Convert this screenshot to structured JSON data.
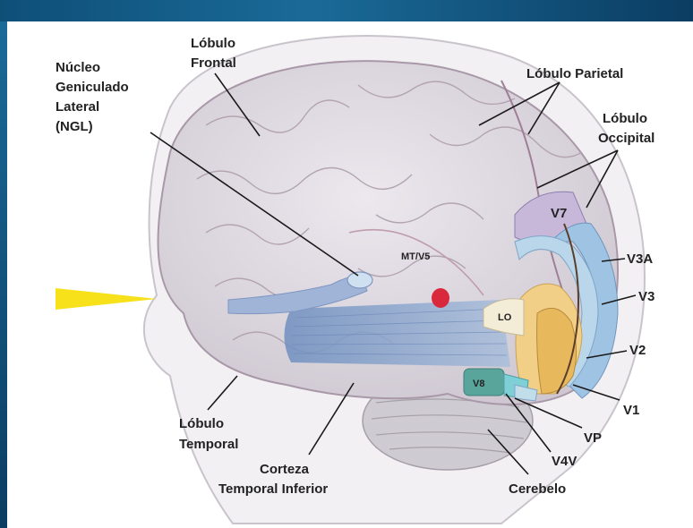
{
  "diagram": {
    "labels": {
      "frontal_1": "Lóbulo",
      "frontal_2": "Frontal",
      "ngl_1": "Núcleo",
      "ngl_2": "Geniculado",
      "ngl_3": "Lateral",
      "ngl_4": "(NGL)",
      "parietal": "Lóbulo Parietal",
      "occipital_1": "Lóbulo",
      "occipital_2": "Occipital",
      "v7": "V7",
      "v3a": "V3A",
      "v3": "V3",
      "v2": "V2",
      "v1": "V1",
      "vp": "VP",
      "v4v": "V4V",
      "v8": "V8",
      "lo": "LO",
      "mt": "MT/V5",
      "temporal_1": "Lóbulo",
      "temporal_2": "Temporal",
      "cortex_1": "Corteza",
      "cortex_2": "Temporal Inferior",
      "cerebelo": "Cerebelo"
    },
    "colors": {
      "frame": "#1a6a98",
      "brain": "#ddd8de",
      "sulci": "#b7a9b6",
      "v1": "#e8b85c",
      "v2": "#f2cf86",
      "v3": "#b9d6ea",
      "v3a": "#9fc4e3",
      "v7": "#c7b8d9",
      "v8": "#5aa59b",
      "v4v": "#7fd0d6",
      "lo": "#f3ecd6",
      "mt": "#d9283c",
      "optic_radiation": "#8ea8cc",
      "pointer": "#f7e11a"
    }
  }
}
